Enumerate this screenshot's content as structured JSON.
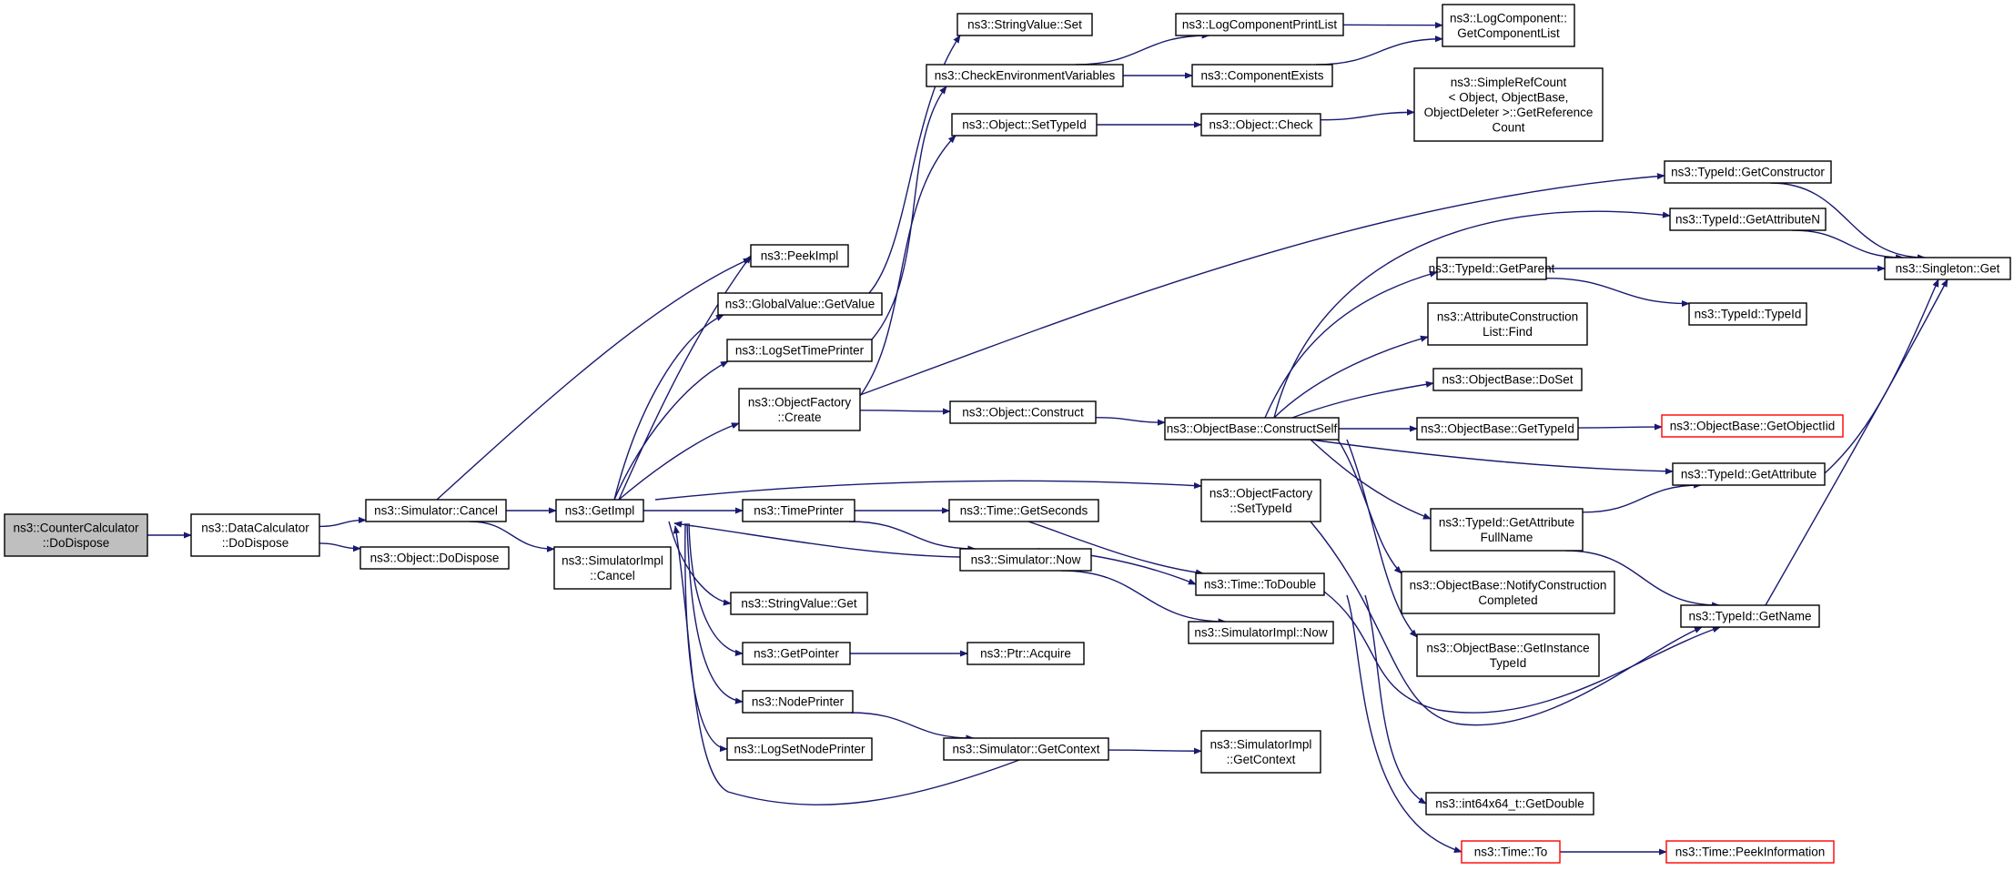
{
  "graph": {
    "edge_color": "#191970",
    "root_fill": "#bfbfbf",
    "missing_node_border_color": "#ff0000",
    "nodes": {
      "counter_dodispose": {
        "lines": [
          "ns3::CounterCalculator",
          "::DoDispose"
        ],
        "root": true
      },
      "datacalc_dodispose": {
        "lines": [
          "ns3::DataCalculator",
          "::DoDispose"
        ]
      },
      "sim_cancel": {
        "lines": [
          "ns3::Simulator::Cancel"
        ]
      },
      "obj_dodispose": {
        "lines": [
          "ns3::Object::DoDispose"
        ]
      },
      "getimpl": {
        "lines": [
          "ns3::GetImpl"
        ]
      },
      "simimpl_cancel": {
        "lines": [
          "ns3::SimulatorImpl",
          "::Cancel"
        ]
      },
      "peekimpl": {
        "lines": [
          "ns3::PeekImpl"
        ]
      },
      "globalvalue_getvalue": {
        "lines": [
          "ns3::GlobalValue::GetValue"
        ]
      },
      "logsettimeprinter": {
        "lines": [
          "ns3::LogSetTimePrinter"
        ]
      },
      "objfactory_create": {
        "lines": [
          "ns3::ObjectFactory",
          "::Create"
        ]
      },
      "timeprinter": {
        "lines": [
          "ns3::TimePrinter"
        ]
      },
      "stringvalue_get": {
        "lines": [
          "ns3::StringValue::Get"
        ]
      },
      "getpointer": {
        "lines": [
          "ns3::GetPointer"
        ]
      },
      "nodeprinter": {
        "lines": [
          "ns3::NodePrinter"
        ]
      },
      "logsetnodeprinter": {
        "lines": [
          "ns3::LogSetNodePrinter"
        ]
      },
      "stringvalue_set": {
        "lines": [
          "ns3::StringValue::Set"
        ]
      },
      "check_env": {
        "lines": [
          "ns3::CheckEnvironmentVariables"
        ]
      },
      "obj_settypeid": {
        "lines": [
          "ns3::Object::SetTypeId"
        ]
      },
      "obj_construct": {
        "lines": [
          "ns3::Object::Construct"
        ]
      },
      "time_getseconds": {
        "lines": [
          "ns3::Time::GetSeconds"
        ]
      },
      "sim_now": {
        "lines": [
          "ns3::Simulator::Now"
        ]
      },
      "ptr_acquire": {
        "lines": [
          "ns3::Ptr::Acquire"
        ]
      },
      "sim_getcontext": {
        "lines": [
          "ns3::Simulator::GetContext"
        ]
      },
      "logcompprintlist": {
        "lines": [
          "ns3::LogComponentPrintList"
        ]
      },
      "compexists": {
        "lines": [
          "ns3::ComponentExists"
        ]
      },
      "obj_check": {
        "lines": [
          "ns3::Object::Check"
        ]
      },
      "objbase_constructself": {
        "lines": [
          "ns3::ObjectBase::ConstructSelf"
        ]
      },
      "objfactory_settypeid": {
        "lines": [
          "ns3::ObjectFactory",
          "::SetTypeId"
        ]
      },
      "time_todouble": {
        "lines": [
          "ns3::Time::ToDouble"
        ]
      },
      "simimpl_now": {
        "lines": [
          "ns3::SimulatorImpl::Now"
        ]
      },
      "simimpl_getcontext": {
        "lines": [
          "ns3::SimulatorImpl",
          "::GetContext"
        ]
      },
      "logcomp_getcomplist": {
        "lines": [
          "ns3::LogComponent::",
          "GetComponentList"
        ]
      },
      "simplerefcount": {
        "lines": [
          "ns3::SimpleRefCount",
          "< Object, ObjectBase,",
          "ObjectDeleter >::GetReference",
          "Count"
        ]
      },
      "typeid_getparent": {
        "lines": [
          "ns3::TypeId::GetParent"
        ]
      },
      "attrconstr_find": {
        "lines": [
          "ns3::AttributeConstruction",
          "List::Find"
        ]
      },
      "objbase_doset": {
        "lines": [
          "ns3::ObjectBase::DoSet"
        ]
      },
      "objbase_gettypeid": {
        "lines": [
          "ns3::ObjectBase::GetTypeId"
        ]
      },
      "typeid_getattrfullname": {
        "lines": [
          "ns3::TypeId::GetAttribute",
          "FullName"
        ]
      },
      "objbase_notifyconstr": {
        "lines": [
          "ns3::ObjectBase::NotifyConstruction",
          "Completed"
        ]
      },
      "objbase_getinstancetypeid": {
        "lines": [
          "ns3::ObjectBase::GetInstance",
          "TypeId"
        ]
      },
      "int64_getdouble": {
        "lines": [
          "ns3::int64x64_t::GetDouble"
        ]
      },
      "time_to": {
        "lines": [
          "ns3::Time::To"
        ],
        "red": true
      },
      "typeid_getconstructor": {
        "lines": [
          "ns3::TypeId::GetConstructor"
        ]
      },
      "typeid_getattributen": {
        "lines": [
          "ns3::TypeId::GetAttributeN"
        ]
      },
      "typeid_typeid": {
        "lines": [
          "ns3::TypeId::TypeId"
        ]
      },
      "objbase_getobjectiid": {
        "lines": [
          "ns3::ObjectBase::GetObjectIid"
        ],
        "red": true
      },
      "typeid_getattribute": {
        "lines": [
          "ns3::TypeId::GetAttribute"
        ]
      },
      "typeid_getname": {
        "lines": [
          "ns3::TypeId::GetName"
        ]
      },
      "time_peekinformation": {
        "lines": [
          "ns3::Time::PeekInformation"
        ],
        "red": true
      },
      "singleton_get": {
        "lines": [
          "ns3::Singleton::Get"
        ]
      }
    }
  }
}
